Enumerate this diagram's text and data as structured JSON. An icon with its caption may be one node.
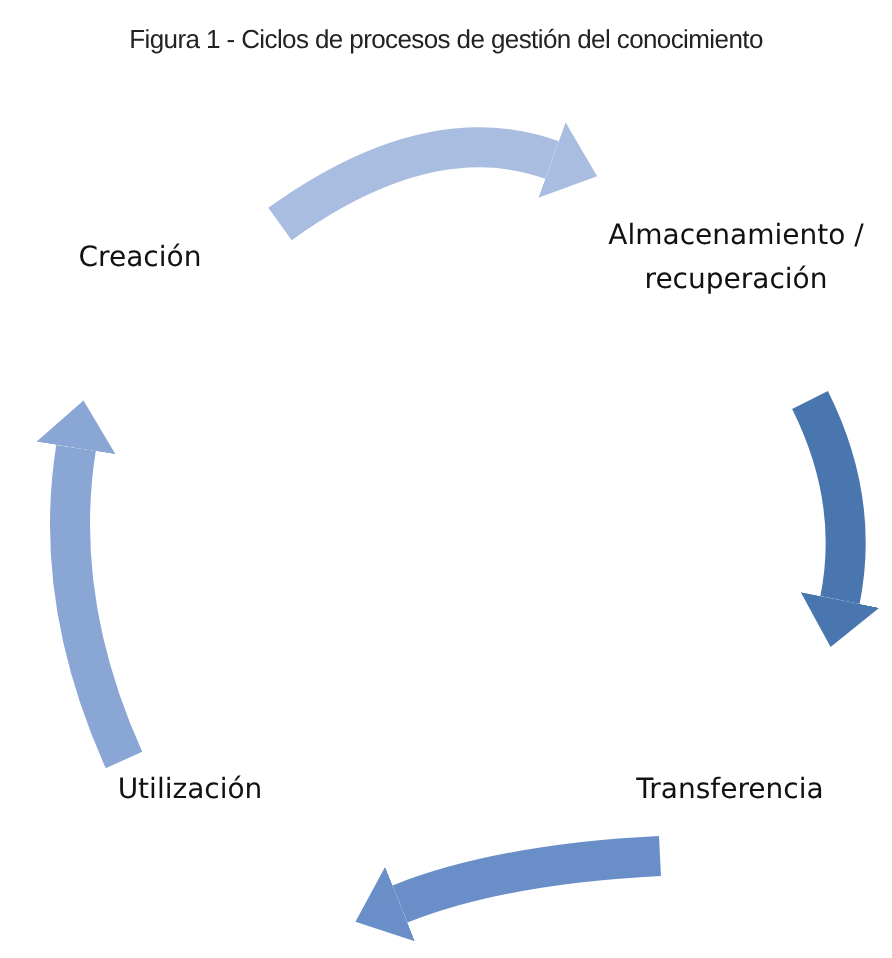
{
  "diagram": {
    "title": "Figura 1 - Ciclos de procesos de gestión del conocimiento",
    "nodes": [
      {
        "text": [
          "Creación"
        ]
      },
      {
        "text": [
          "Almacenamiento / recuperación"
        ]
      },
      {
        "text": [
          "Transferencia"
        ]
      },
      {
        "text": [
          "Utilización"
        ]
      }
    ],
    "edges": [
      {
        "from": 0,
        "to": 1,
        "arrow": "to",
        "color": "#a9bde0"
      },
      {
        "from": 1,
        "to": 2,
        "arrow": "to",
        "color": "#4a76b0"
      },
      {
        "from": 2,
        "to": 3,
        "arrow": "to",
        "color": "#6a8fc8"
      },
      {
        "from": 3,
        "to": 0,
        "arrow": "to",
        "color": "#8aa6d4"
      }
    ]
  }
}
